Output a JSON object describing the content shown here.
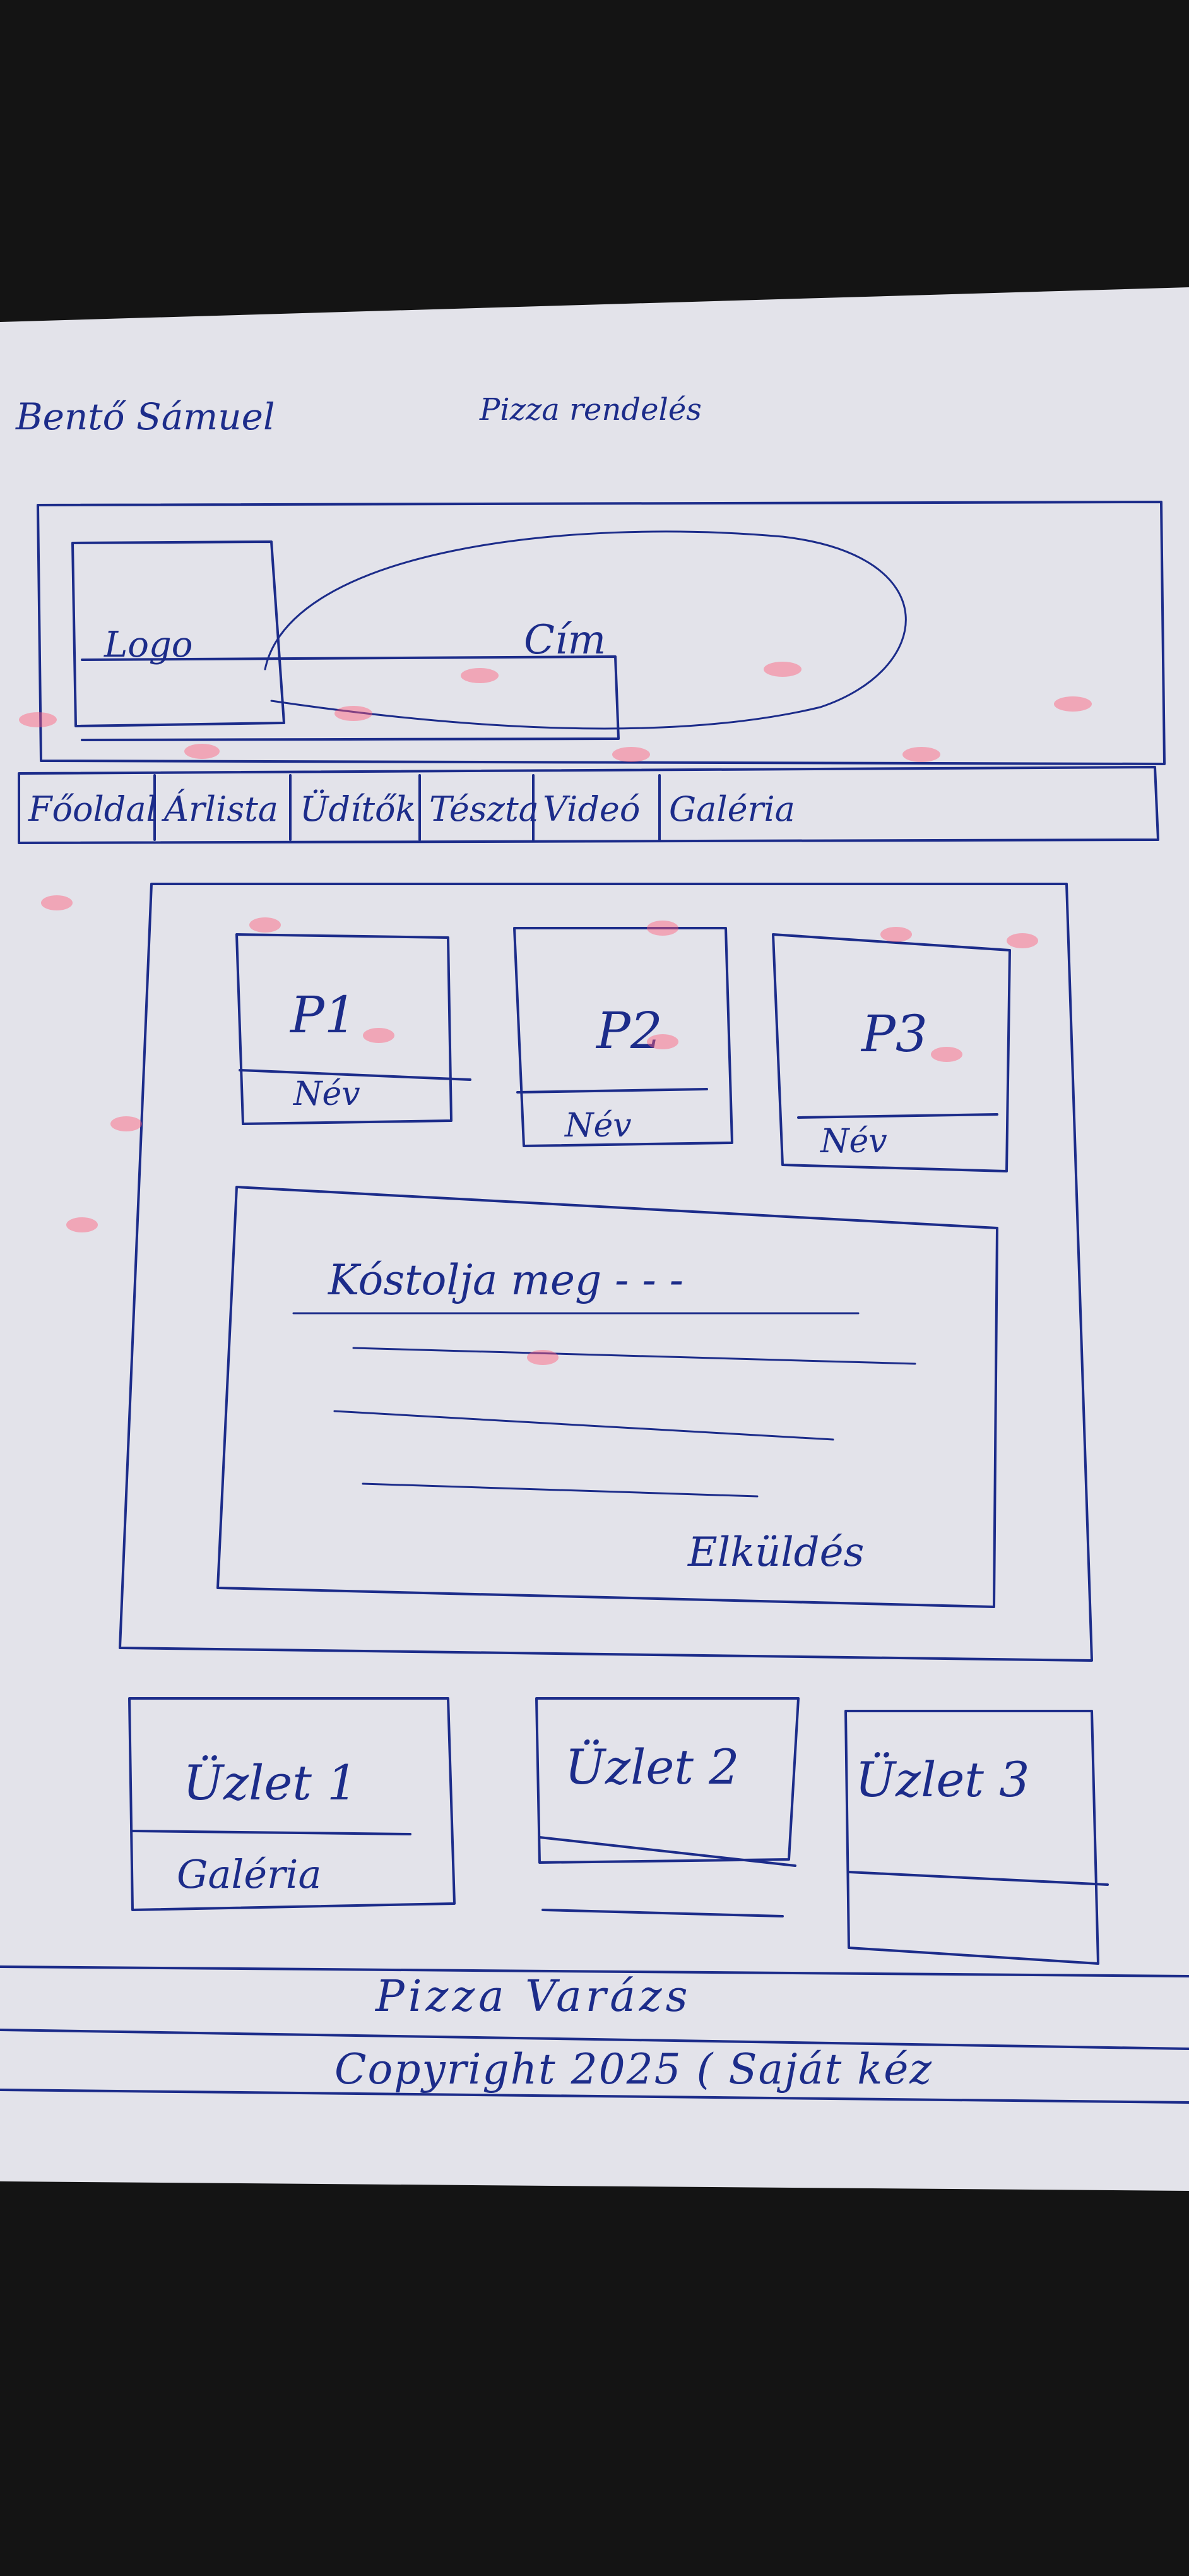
{
  "header": {
    "author": "Bentő Sámuel",
    "title": "Pizza rendelés"
  },
  "banner": {
    "logo": "Logo",
    "cim": "Cím"
  },
  "nav": {
    "items": [
      "Főoldal",
      "Árlista",
      "Üdítők",
      "Tészta",
      "Videó",
      "Galéria"
    ]
  },
  "products": [
    {
      "name": "P1",
      "label": "Név"
    },
    {
      "name": "P2",
      "label": "Név"
    },
    {
      "name": "P3",
      "label": "Név"
    }
  ],
  "form": {
    "text": "Kóstolja meg - - -",
    "button": "Elküldés"
  },
  "shops": [
    {
      "name": "Üzlet 1",
      "label": "Galéria"
    },
    {
      "name": "Üzlet 2",
      "label": ""
    },
    {
      "name": "Üzlet 3",
      "label": ""
    }
  ],
  "footer": {
    "brand": "Pizza Varázs",
    "copyright": "Copyright 2025 ( Saját kéz"
  }
}
